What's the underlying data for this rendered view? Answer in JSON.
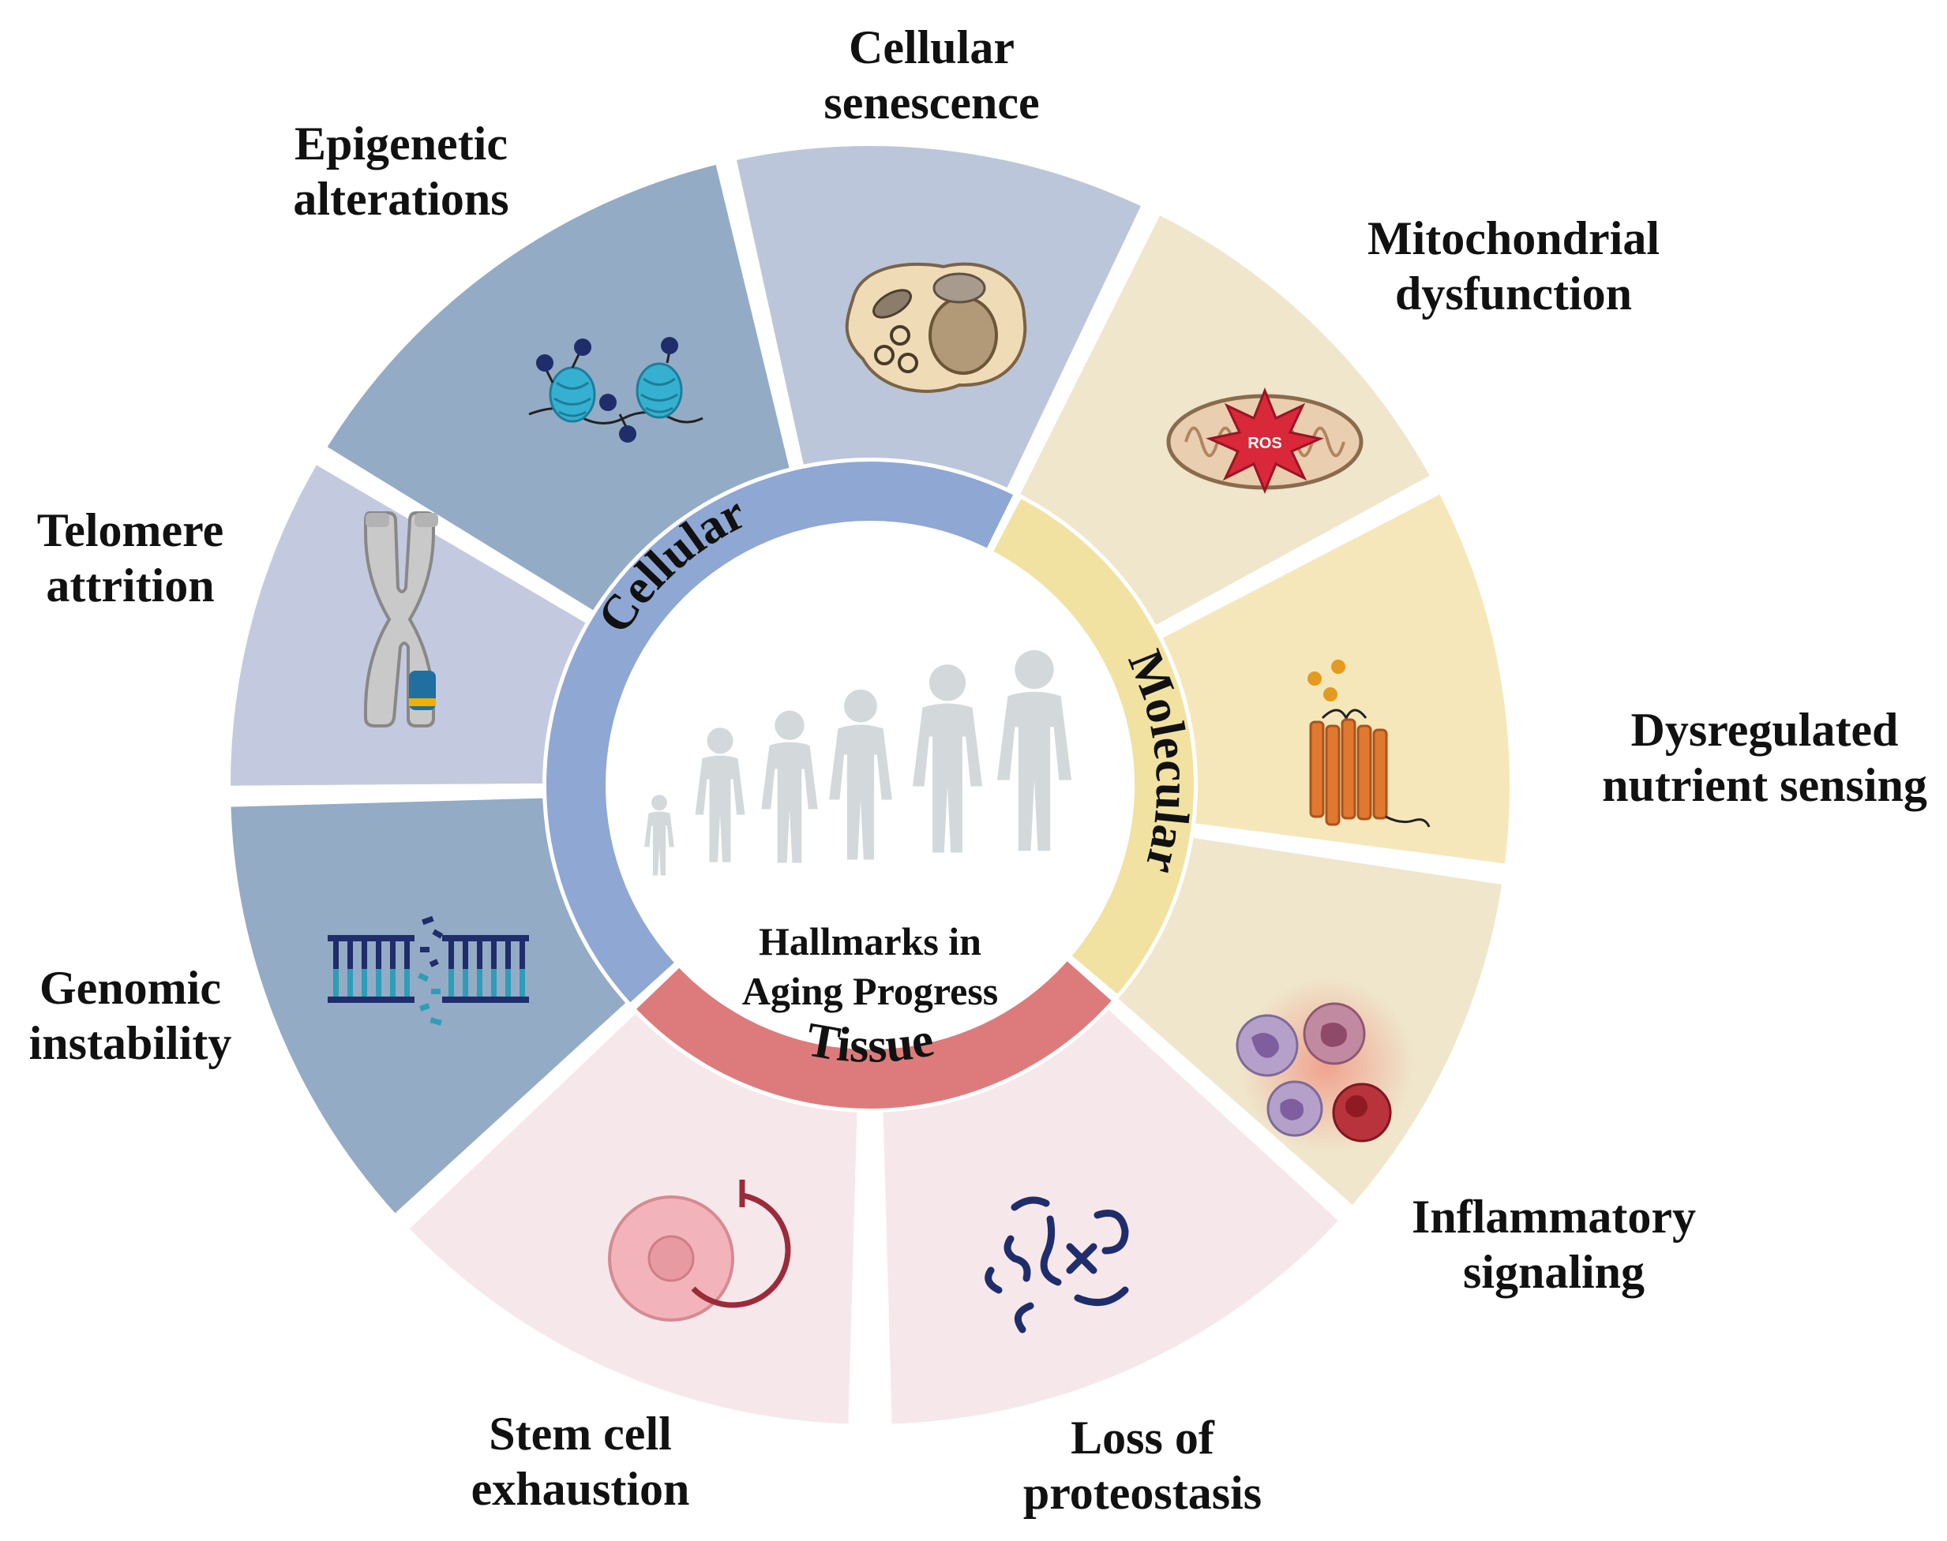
{
  "center": {
    "title_lines": [
      "Hallmarks in",
      "Aging Progress"
    ]
  },
  "categories": [
    {
      "key": "cellular",
      "label": "Cellular",
      "color": "#8fa7d3"
    },
    {
      "key": "molecular",
      "label": "Molecular",
      "color": "#f1e2a2"
    },
    {
      "key": "tissue",
      "label": "Tissue",
      "color": "#dd7b7c"
    }
  ],
  "hallmarks": [
    {
      "key": "cellular-senescence",
      "lines": [
        "Cellular",
        "senescence"
      ],
      "category": "cellular",
      "color": "#bcc6da",
      "icon": "senescent-cell-icon"
    },
    {
      "key": "mitochondrial-dysfunction",
      "lines": [
        "Mitochondrial",
        "dysfunction"
      ],
      "category": "molecular",
      "color": "#efe6cc",
      "icon": "mitochondrion-ros-icon"
    },
    {
      "key": "dysregulated-nutrient-sensing",
      "lines": [
        "Dysregulated",
        "nutrient sensing"
      ],
      "category": "molecular",
      "color": "#f6e7bb",
      "icon": "receptor-nutrient-icon"
    },
    {
      "key": "inflammatory-signaling",
      "lines": [
        "Inflammatory",
        "signaling"
      ],
      "category": "molecular",
      "color": "#efe6cc",
      "icon": "immune-cells-icon"
    },
    {
      "key": "loss-of-proteostasis",
      "lines": [
        "Loss of",
        "proteostasis"
      ],
      "category": "tissue",
      "color": "#f6e8ea",
      "icon": "misfolded-proteins-icon"
    },
    {
      "key": "stem-cell-exhaustion",
      "lines": [
        "Stem cell",
        "exhaustion"
      ],
      "category": "tissue",
      "color": "#f6e8ea",
      "icon": "stem-cell-icon"
    },
    {
      "key": "genomic-instability",
      "lines": [
        "Genomic",
        "instability"
      ],
      "category": "cellular",
      "color": "#94abc6",
      "icon": "broken-dna-icon"
    },
    {
      "key": "telomere-attrition",
      "lines": [
        "Telomere",
        "attrition"
      ],
      "category": "cellular",
      "color": "#c3cae0",
      "icon": "chromosome-icon"
    },
    {
      "key": "epigenetic-alterations",
      "lines": [
        "Epigenetic",
        "alterations"
      ],
      "category": "cellular",
      "color": "#94abc6",
      "icon": "nucleosome-methylation-icon"
    }
  ],
  "icon_colors": {
    "silhouette": "#d3d8da",
    "dna": "#1f2d6b",
    "dna_teal": "#2e9db8",
    "ros": "#d8283a",
    "receptor": "#e0782f",
    "stem": "#9b2b3a"
  }
}
